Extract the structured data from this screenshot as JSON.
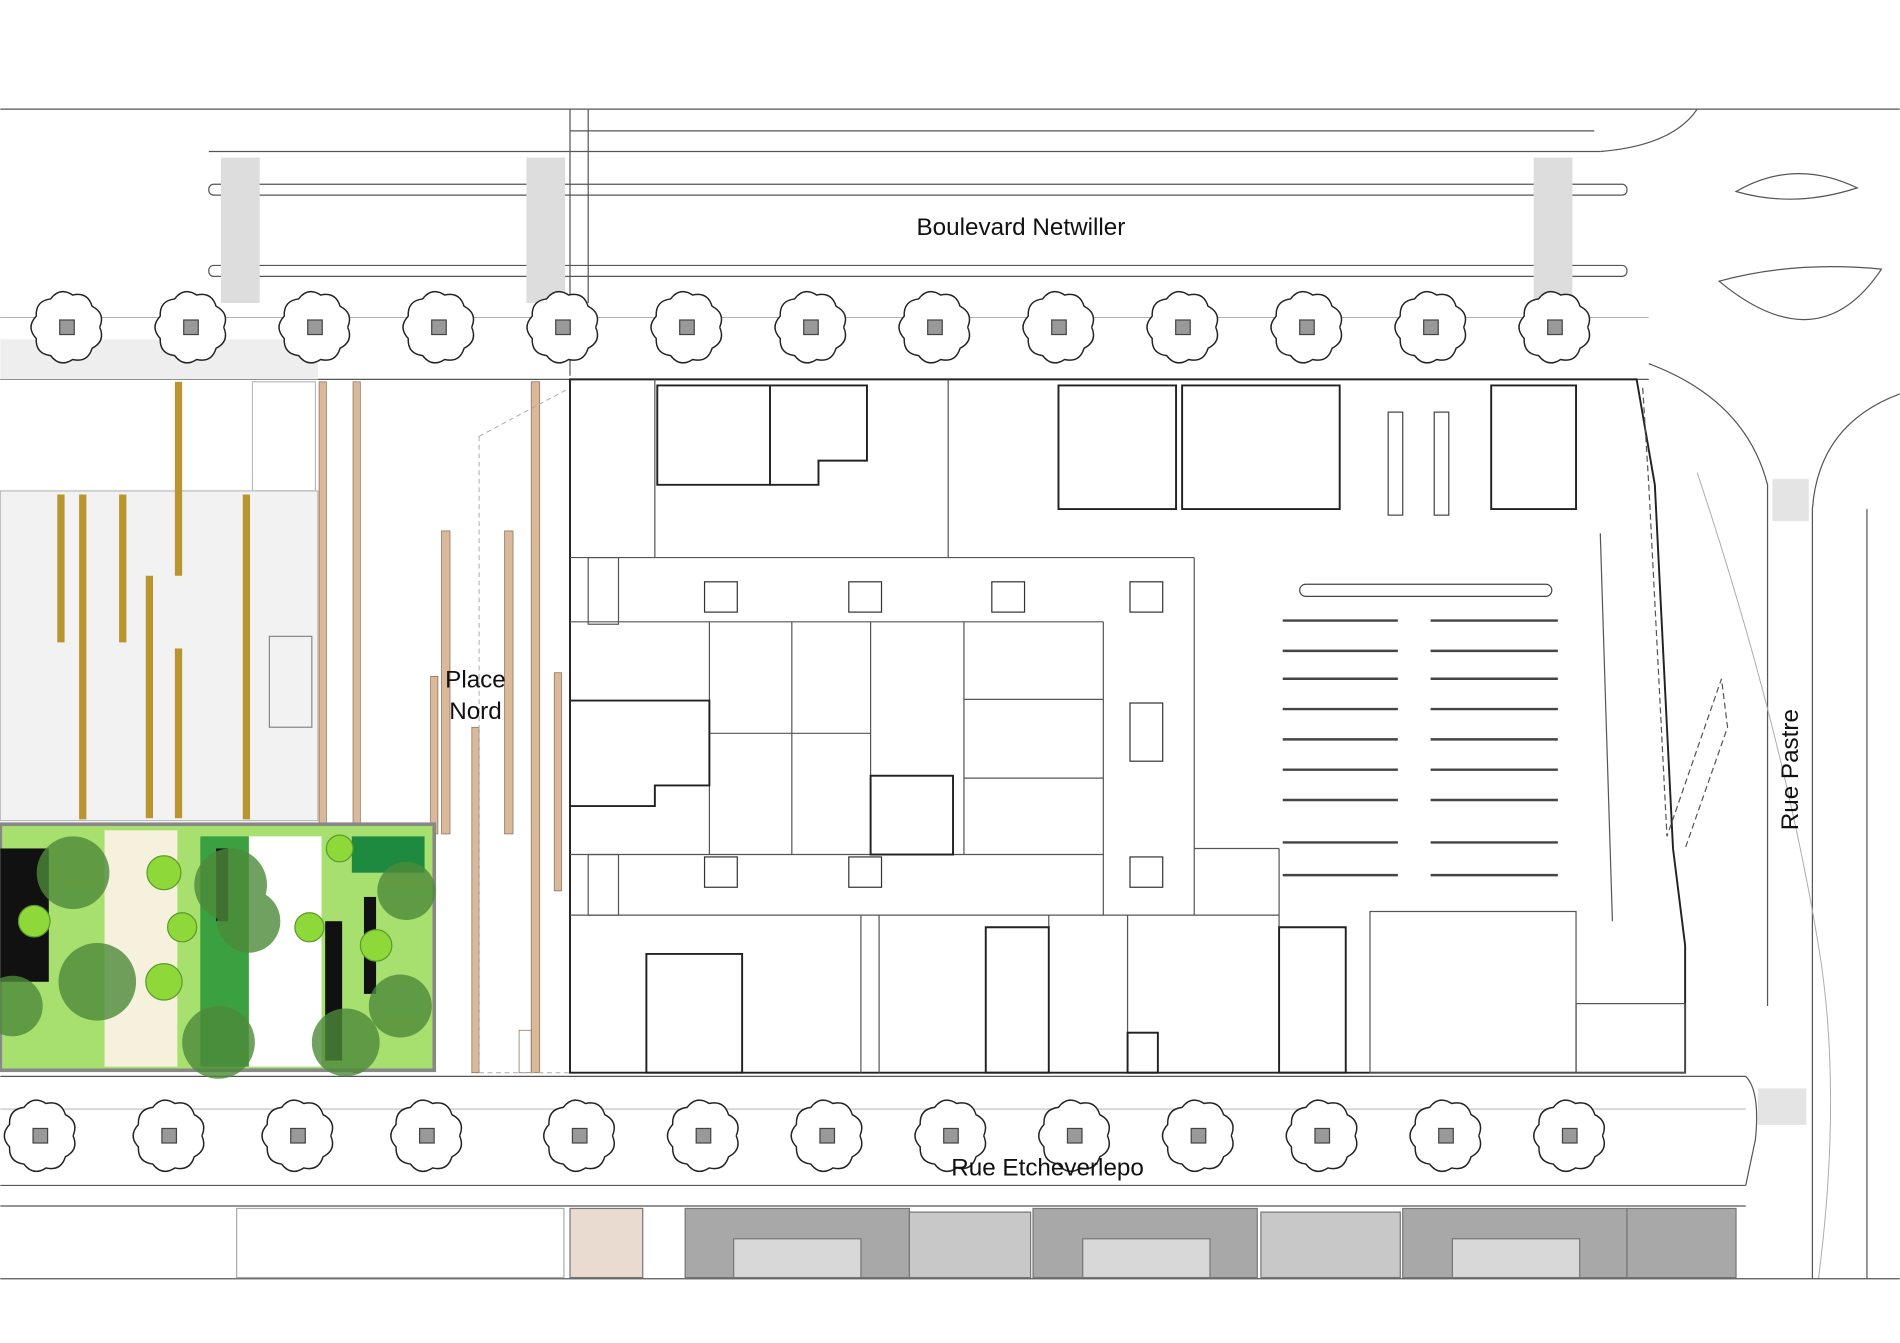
{
  "labels": {
    "boulevard": "Boulevard Netwiller",
    "place_line1": "Place",
    "place_line2": "Nord",
    "rue_pastre": "Rue Pastre",
    "rue_etcheverlepo": "Rue Etcheverlepo"
  },
  "trees": {
    "top_row_count": 13,
    "bottom_row_count": 13
  },
  "colors": {
    "garden_light": "#a8e070",
    "garden_mid": "#6cc04a",
    "garden_dark": "#1e6b2a",
    "timber": "#d9b99a",
    "bench": "#b8952e",
    "gray_block": "#a8a8a8"
  }
}
